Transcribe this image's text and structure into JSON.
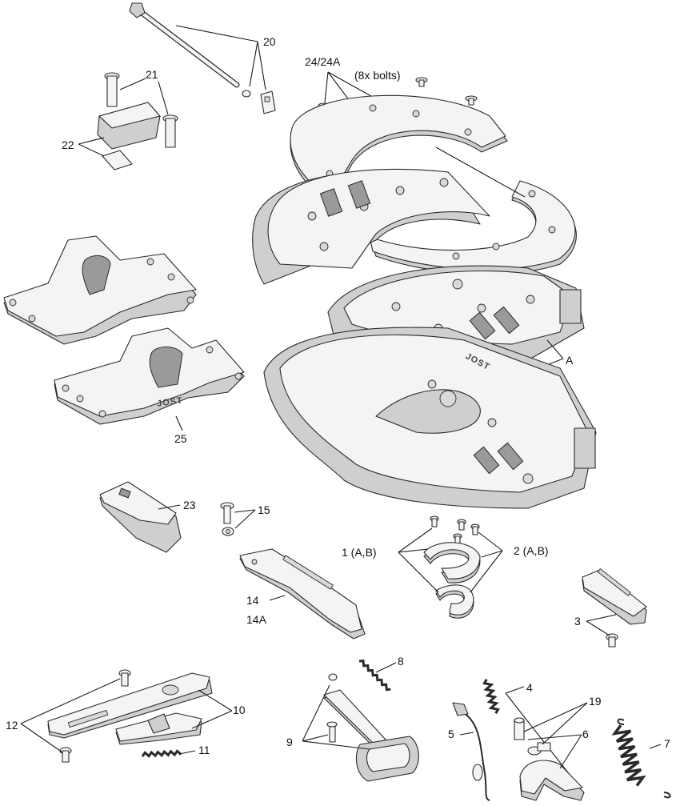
{
  "callouts": {
    "c20": "20",
    "c2424a": "24/24A",
    "c8xbolts": "(8x bolts)",
    "c21": "21",
    "c22": "22",
    "c25": "25",
    "cA": "A",
    "c23": "23",
    "c15": "15",
    "c1": "1 (A,B)",
    "c2": "2 (A,B)",
    "c14": "14",
    "c14a": "14A",
    "c3": "3",
    "c8": "8",
    "c4": "4",
    "c19": "19",
    "c12": "12",
    "c10": "10",
    "c11": "11",
    "c5": "5",
    "c6": "6",
    "c7": "7",
    "c9": "9"
  },
  "brand_marks": {
    "saddle_logo": "JOST",
    "plate_logo": "JOST"
  },
  "colors": {
    "line": "#2a2a2a",
    "fill_light": "#f4f4f4",
    "fill_shade": "#cfcfcf"
  }
}
